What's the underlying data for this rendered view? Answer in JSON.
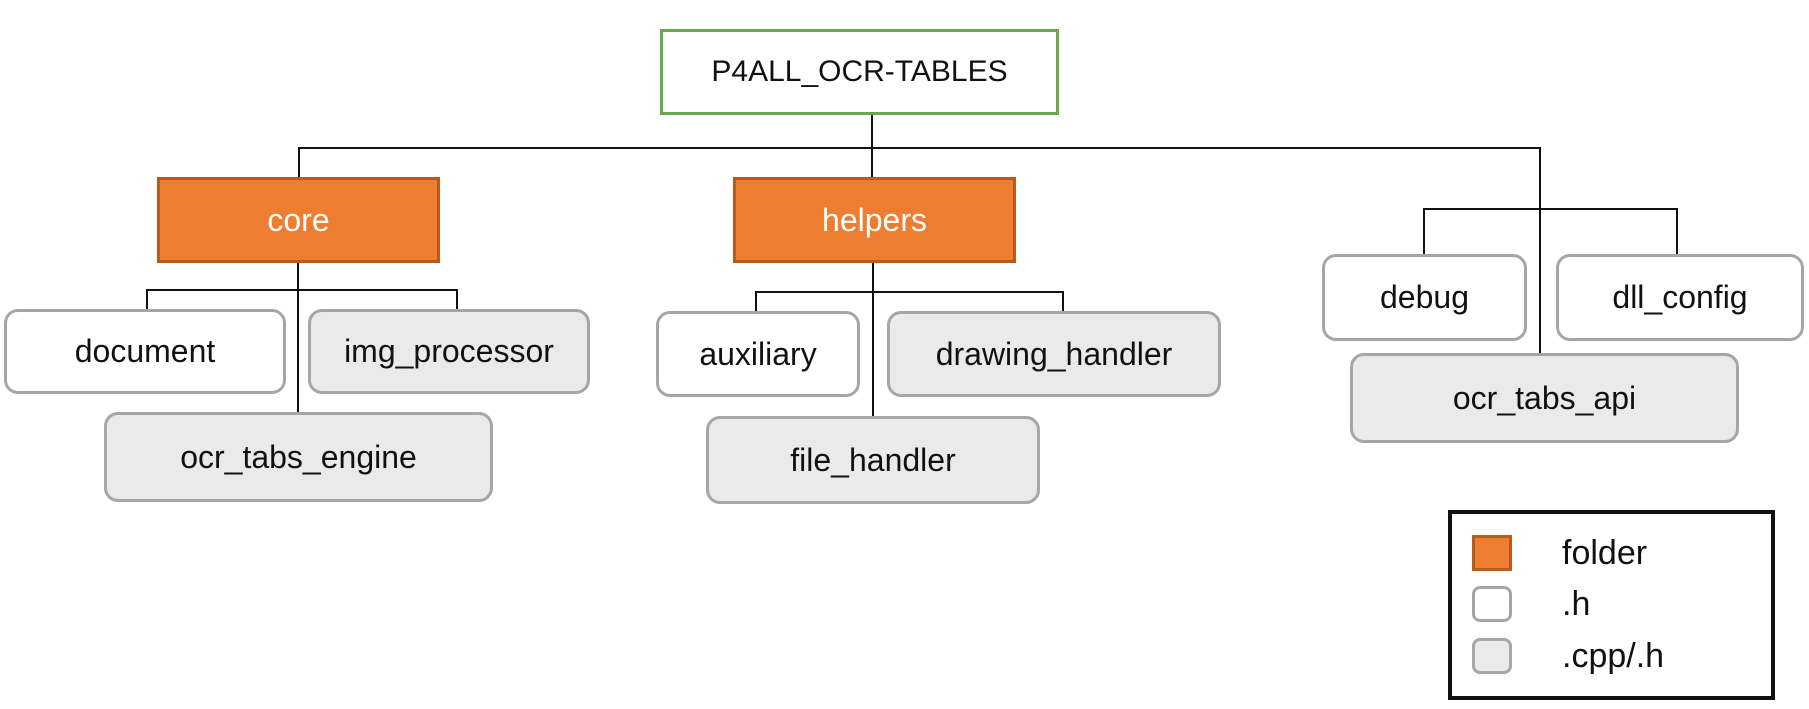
{
  "root": {
    "label": "P4ALL_OCR-TABLES"
  },
  "folders": [
    {
      "label": "core"
    },
    {
      "label": "helpers"
    }
  ],
  "files": {
    "document": "document",
    "img_processor": "img_processor",
    "ocr_tabs_engine": "ocr_tabs_engine",
    "auxiliary": "auxiliary",
    "drawing_handler": "drawing_handler",
    "file_handler": "file_handler",
    "debug": "debug",
    "dll_config": "dll_config",
    "ocr_tabs_api": "ocr_tabs_api"
  },
  "legend": {
    "folder": "folder",
    "h": ".h",
    "cpp": ".cpp/.h"
  },
  "colors": {
    "folder_fill": "#ed7d31",
    "folder_border": "#b85c1e",
    "root_border": "#6aa84f",
    "h_fill": "#ffffff",
    "cpp_fill": "#eaeaea",
    "file_border": "#a6a6a6",
    "line": "#111111"
  }
}
